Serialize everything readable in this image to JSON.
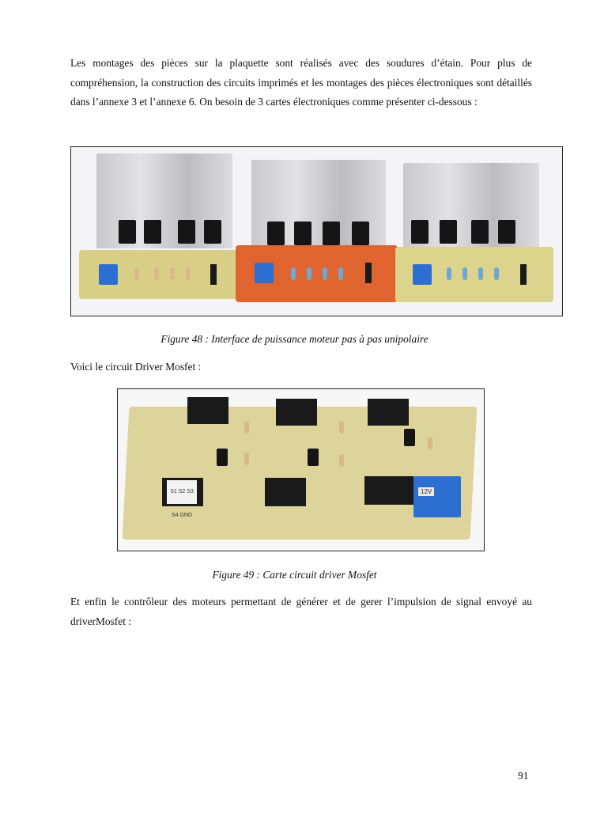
{
  "paragraphs": {
    "intro": "Les montages des pièces sur la plaquette sont réalisés avec des soudures d’étain. Pour plus de compréhension, la construction des circuits imprimés et les montages des pièces électroniques sont détaillés dans l’annexe 3 et l’annexe 6. On besoin de 3 cartes électroniques comme présenter ci-dessous :",
    "driver_intro": "Voici le circuit Driver Mosfet :",
    "controller_intro": "Et enfin le contrôleur des moteurs permettant de générer et de gerer l’impulsion de signal envoyé au driverMosfet :"
  },
  "figures": [
    {
      "caption": "Figure 48 : Interface de puissance moteur pas à pas unipolaire"
    },
    {
      "caption": "Figure 49 : Carte circuit driver Mosfet",
      "photo_labels": {
        "terminal": "12V",
        "connector": "S1 S2 S3 S4 GND"
      }
    }
  ],
  "page_number": "91"
}
